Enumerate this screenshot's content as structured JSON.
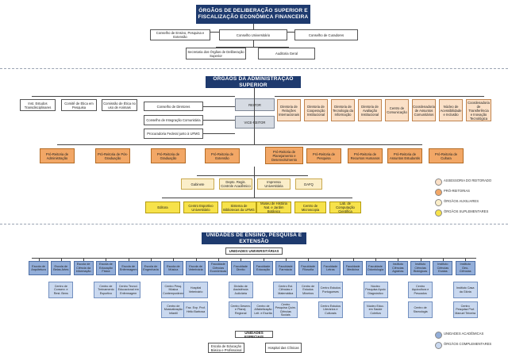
{
  "section1": {
    "title": "ÓRGÃOS DE DELIBERAÇÃO SUPERIOR E FISCALIZAÇÃO ECONÔMICA FINANCEIRA",
    "boxes": [
      "Conselho de Ensino, Pesquisa e Extensão",
      "Conselho Universitário",
      "Conselho de Curadores",
      "Secretaria dos Órgãos de Deliberação Superior",
      "Auditoria Geral"
    ]
  },
  "section2": {
    "title": "ÓRGÃOS DA ADMINISTRAÇÃO SUPERIOR",
    "left_small": [
      "Inst. Estudos Transdisciplinares",
      "Comitê de Ética em Pesquisa",
      "Comissão de Ética no uso de Animais"
    ],
    "left_councils": [
      "Conselho de Diretores",
      "Conselho de Integração Comunitária",
      "Procuradoria Federal junto à UFMG"
    ],
    "rector": "REITOR",
    "vice_rector": "VICE-REITOR",
    "advisory": [
      "Diretoria de Relações Internacionais",
      "Diretoria de Cooperação Institucional",
      "Diretoria de Tecnologia da Informação",
      "Diretoria de Avaliação Institucional",
      "Centro de Comunicação",
      "Coordenadoria de Assuntos Comunitários",
      "Núcleo de Acessibilidade e Inclusão",
      "Coordenadoria de Transferência e Inovação Tecnológica"
    ],
    "pro_rectors": [
      "Pró-Reitoria de Administração",
      "Pró-Reitoria de Pós-Graduação",
      "Pró-Reitoria de Graduação",
      "Pró-Reitoria de Extensão",
      "Pró-Reitoria de Planejamento e Desenvolvimento",
      "Pró-Reitoria de Pesquisa",
      "Pró-Reitoria de Recursos Humanos",
      "Pró-Reitoria de Assuntos Estudantis",
      "Pró-Reitoria de Cultura"
    ],
    "auxiliary": [
      "Gabinete",
      "Depto. Regis. Controle Acadêmico",
      "Imprensa Universitária",
      "DAFQ"
    ],
    "supplementary": [
      "Editora",
      "Centro Esportivo Universitário",
      "Sistema de Bibliotecas da UFMG",
      "Museu de História Nat. e Jardim Botânico",
      "Centro de Microscopia",
      "Lab. de Computação Científica"
    ],
    "legend": [
      {
        "label": "ASSESSORIA DO REITORADO",
        "color": "#fbe0c7"
      },
      {
        "label": "PRÓ-REITORIAS",
        "color": "#f2a766"
      },
      {
        "label": "ÓRGÃOS AUXILIARES",
        "color": "#fbeec9"
      },
      {
        "label": "ÓRGÃOS SUPLEMENTARES",
        "color": "#f7e24a"
      }
    ]
  },
  "section3": {
    "title": "UNIDADES DE ENSINO, PESQUISA E EXTENSÃO",
    "sub_title_1": "UNIDADES UNIVERSITÁRIAS",
    "units": [
      "Escola de Arquitetura",
      "Escola de Belas Artes",
      "Escola de Ciência da Informação",
      "Escola de Educação Física",
      "Escola de Enfermagem",
      "Escola de Engenharia",
      "Escola de Música",
      "Escola de Veterinária",
      "Faculdade Ciências Econômicas",
      "Faculdade Direito",
      "Faculdade Educação",
      "Faculdade Farmácia",
      "Faculdade Filosofia",
      "Faculdade Letras",
      "Faculdade Medicina",
      "Faculdade Odontologia",
      "Instituto Ciências Agrárias",
      "Instituto Ciências Biológicas",
      "Instituto Ciências Exatas",
      "Instituto Geo-Ciências"
    ],
    "complements": [
      "Centro de Conserv. e Rest. Bens",
      "Centro de Treinamento Esportivo",
      "Centro Tecnol. Educacional em Enfermagem",
      "Centro Pesq. Música Contemporânea",
      "Hospital Veterinário",
      "Centro de Musicalização Infantil",
      "Faz. Exp. Prof. Hélio Barbosa",
      "Divisão de Assistência Judiciária",
      "Centro Desenv. e Planej. Regional",
      "Centro de Alfabetização Leit. e Escrita",
      "Centro Est. Ciências e Matemática",
      "Centro Pesquisa Quím. Ciências Sociais",
      "Centro de Estudos Mineiros",
      "Centro Estudos Portugueses",
      "Centro Estudos Literários e Culturais",
      "Núcleo Pesquisa Apoio Diagnóstico",
      "Núcleo Educ. em Saúde Coletiva",
      "Centro Aquicultura e Pescados",
      "Centro de Sismologia",
      "Instituto Casa da Glória",
      "Centro Pesquisa Prof. Manuel Teixeira"
    ],
    "sub_title_2": "UNIDADES ESPECIAIS",
    "special": [
      "Escola de Educação Básica e Profissional",
      "Hospital das Clínicas"
    ],
    "legend": [
      {
        "label": "UNIDADES ACADÊMICAS",
        "color": "#93aed9"
      },
      {
        "label": "ÓRGÃOS COMPLEMENTARES",
        "color": "#c9d8ef"
      }
    ]
  }
}
